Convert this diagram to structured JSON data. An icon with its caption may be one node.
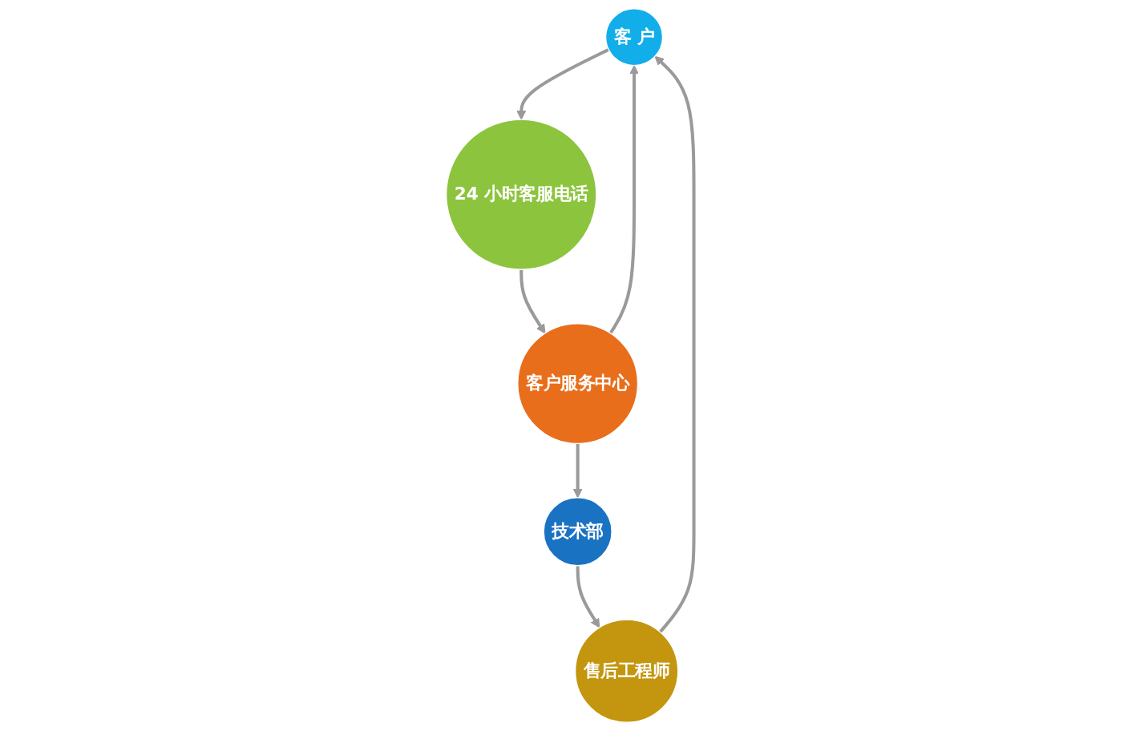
{
  "diagram": {
    "nodes": [
      {
        "text": [
          "客 户"
        ]
      },
      {
        "text": [
          "24 小时客服电话"
        ]
      },
      {
        "text": [
          "客户服务中心"
        ]
      },
      {
        "text": [
          "售后工程师"
        ]
      },
      {
        "text": [
          "技术部"
        ]
      }
    ],
    "edges": [
      {
        "from": 0,
        "to": 1,
        "arrow": "to"
      },
      {
        "from": 1,
        "to": 2,
        "arrow": "to"
      },
      {
        "from": 2,
        "to": 0,
        "arrow": "to"
      },
      {
        "from": 2,
        "to": 4,
        "arrow": "to"
      },
      {
        "from": 4,
        "to": 3,
        "arrow": "to"
      },
      {
        "from": 3,
        "to": 0,
        "arrow": "to"
      }
    ]
  }
}
